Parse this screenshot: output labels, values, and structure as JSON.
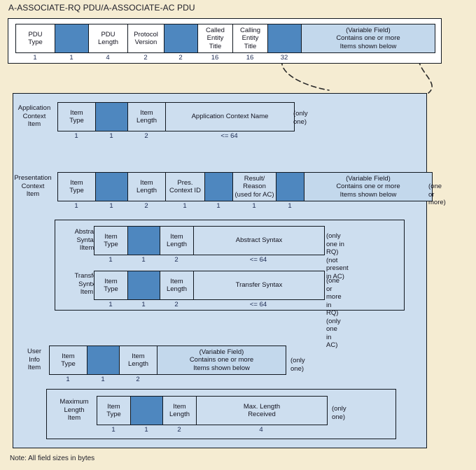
{
  "diagram": {
    "title": "A-ASSOCIATE-RQ PDU/A-ASSOCIATE-AC PDU",
    "footer_note": "Note: All field sizes in bytes",
    "colors": {
      "canvas": "#f5ecd2",
      "panel_background": "#cddeef",
      "reserved_cell": "#4e87bf",
      "variable_cell": "#c3d8ec",
      "white_cell": "#ffffff",
      "border": "#111820",
      "size_text": "#1c2a52"
    }
  },
  "rows": {
    "pdu_header": {
      "label": "",
      "annotation": "",
      "cells": [
        {
          "text": "PDU\nType",
          "kind": "white",
          "width": 56
        },
        {
          "text": "",
          "kind": "reserved",
          "width": 48
        },
        {
          "text": "PDU\nLength",
          "kind": "white",
          "width": 56
        },
        {
          "text": "Protocol\nVersion",
          "kind": "white",
          "width": 52
        },
        {
          "text": "",
          "kind": "reserved",
          "width": 48
        },
        {
          "text": "Called\nEntity\nTitle",
          "kind": "white",
          "width": 50
        },
        {
          "text": "Calling\nEntity\nTitle",
          "kind": "white",
          "width": 50
        },
        {
          "text": "",
          "kind": "reserved",
          "width": 48
        },
        {
          "text": "(Variable Field)\nContains one or more\nItems shown below",
          "kind": "variable",
          "width": 190
        }
      ],
      "sizes": [
        "1",
        "1",
        "4",
        "2",
        "2",
        "16",
        "16",
        "32",
        ""
      ]
    },
    "application_context": {
      "label": "Application\nContext\nItem",
      "annotation": "(only one)",
      "cells": [
        {
          "text": "Item\nType",
          "kind": "plain",
          "width": 54
        },
        {
          "text": "",
          "kind": "reserved",
          "width": 46
        },
        {
          "text": "Item\nLength",
          "kind": "plain",
          "width": 54
        },
        {
          "text": "Application Context Name",
          "kind": "plain",
          "width": 183
        }
      ],
      "sizes": [
        "1",
        "1",
        "2",
        "<= 64"
      ]
    },
    "presentation_context": {
      "label": "Presentation\nContext\nItem",
      "annotation": "(one or more)",
      "cells": [
        {
          "text": "Item\nType",
          "kind": "plain",
          "width": 54
        },
        {
          "text": "",
          "kind": "reserved",
          "width": 46
        },
        {
          "text": "Item\nLength",
          "kind": "plain",
          "width": 54
        },
        {
          "text": "Pres.\nContext ID",
          "kind": "plain",
          "width": 56
        },
        {
          "text": "",
          "kind": "reserved",
          "width": 40
        },
        {
          "text": "Result/\nReason\n(used for AC)",
          "kind": "plain",
          "width": 62
        },
        {
          "text": "",
          "kind": "reserved",
          "width": 40
        },
        {
          "text": "(Variable Field)\nContains one or more\nItems shown below",
          "kind": "variable",
          "width": 182
        }
      ],
      "sizes": [
        "1",
        "1",
        "2",
        "1",
        "1",
        "1",
        "1",
        ""
      ]
    },
    "abstract_syntax": {
      "label": "Abstract\nSyntax\nIltem",
      "annotation": "(only one in RQ)\n(not present in AC)",
      "cells": [
        {
          "text": "Item\nType",
          "kind": "plain",
          "width": 48
        },
        {
          "text": "",
          "kind": "reserved",
          "width": 46
        },
        {
          "text": "Item\nLength",
          "kind": "plain",
          "width": 48
        },
        {
          "text": "Abstract Syntax",
          "kind": "plain",
          "width": 186
        }
      ],
      "sizes": [
        "1",
        "1",
        "2",
        "<= 64"
      ]
    },
    "transfer_syntax": {
      "label": "Transfer\nSyntx\nItem",
      "annotation": "(one or more in RQ)\n(only one in AC)",
      "cells": [
        {
          "text": "Item\nType",
          "kind": "plain",
          "width": 48
        },
        {
          "text": "",
          "kind": "reserved",
          "width": 46
        },
        {
          "text": "Item\nLength",
          "kind": "plain",
          "width": 48
        },
        {
          "text": "Transfer Syntax",
          "kind": "plain",
          "width": 186
        }
      ],
      "sizes": [
        "1",
        "1",
        "2",
        "<= 64"
      ]
    },
    "user_info": {
      "label": "User\nInfo\nItem",
      "annotation": "(only one)",
      "cells": [
        {
          "text": "Item\nType",
          "kind": "plain",
          "width": 54
        },
        {
          "text": "",
          "kind": "reserved",
          "width": 46
        },
        {
          "text": "Item\nLength",
          "kind": "plain",
          "width": 54
        },
        {
          "text": "(Variable Field)\nContains one or more\nItems shown below",
          "kind": "variable",
          "width": 183
        }
      ],
      "sizes": [
        "1",
        "1",
        "2",
        ""
      ]
    },
    "maximum_length": {
      "label": "Maximum\nLength\nItem",
      "annotation": "(only one)",
      "cells": [
        {
          "text": "Item\nType",
          "kind": "plain",
          "width": 48
        },
        {
          "text": "",
          "kind": "reserved",
          "width": 46
        },
        {
          "text": "Item\nLength",
          "kind": "plain",
          "width": 48
        },
        {
          "text": "Max. Length\nReceived",
          "kind": "plain",
          "width": 186
        }
      ],
      "sizes": [
        "1",
        "1",
        "2",
        "4"
      ]
    }
  }
}
